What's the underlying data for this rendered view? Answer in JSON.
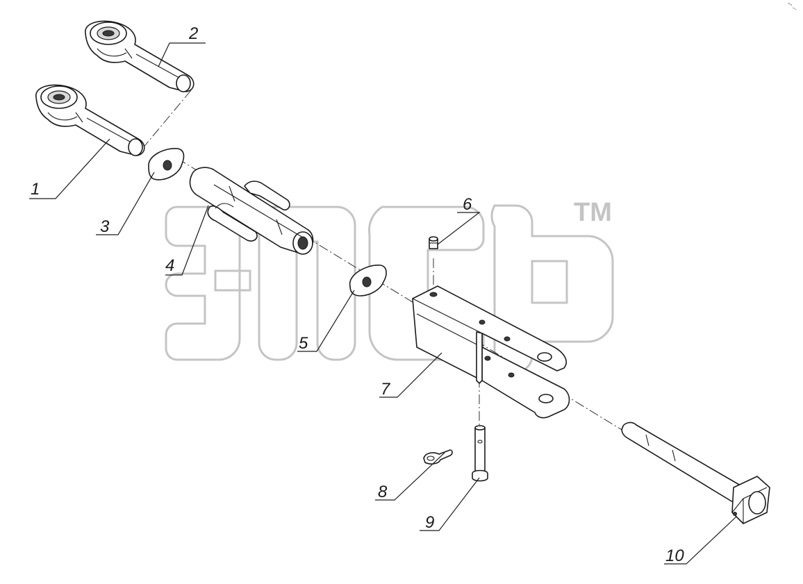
{
  "watermark": {
    "trademark": "TM"
  },
  "callouts": [
    {
      "id": "1",
      "text": "1"
    },
    {
      "id": "2",
      "text": "2"
    },
    {
      "id": "3",
      "text": "3"
    },
    {
      "id": "4",
      "text": "4"
    },
    {
      "id": "5",
      "text": "5"
    },
    {
      "id": "6",
      "text": "6"
    },
    {
      "id": "7",
      "text": "7"
    },
    {
      "id": "8",
      "text": "8"
    },
    {
      "id": "9",
      "text": "9"
    },
    {
      "id": "10",
      "text": "10"
    }
  ],
  "corner_mark": "°° —"
}
